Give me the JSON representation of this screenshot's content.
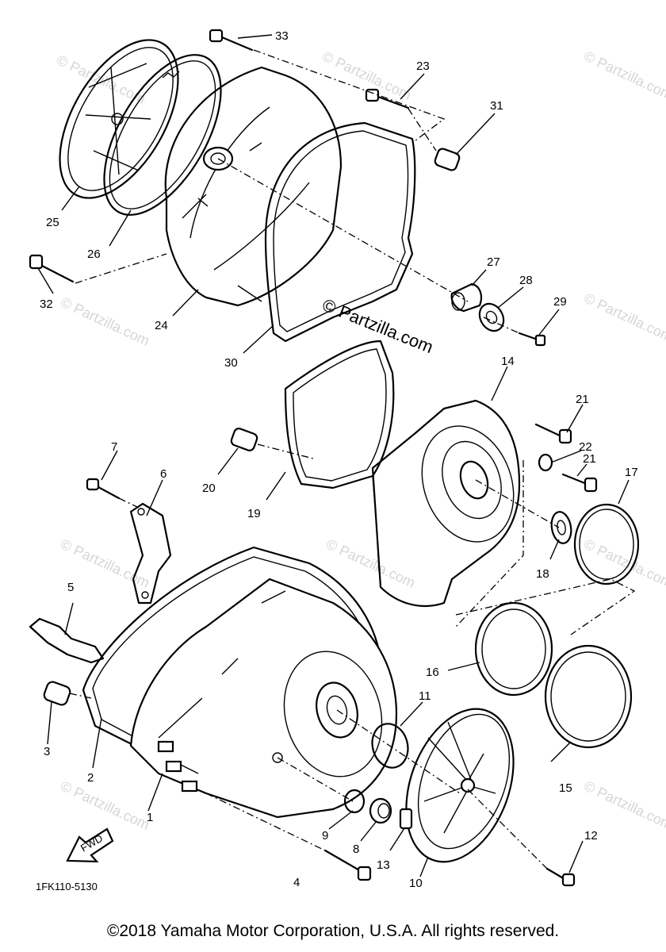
{
  "callouts": [
    "1",
    "2",
    "3",
    "4",
    "5",
    "6",
    "7",
    "8",
    "9",
    "10",
    "11",
    "12",
    "13",
    "14",
    "15",
    "16",
    "17",
    "18",
    "19",
    "20",
    "21",
    "21",
    "22",
    "23",
    "24",
    "25",
    "26",
    "27",
    "28",
    "29",
    "30",
    "31",
    "32",
    "33"
  ],
  "watermark_text": "© Partzilla.com",
  "watermark_main": "© Partzilla.com",
  "figure_code": "1FK110-5130",
  "fwd_label": "FWD",
  "copyright": "©2018 Yamaha Motor Corporation, U.S.A. All rights reserved."
}
